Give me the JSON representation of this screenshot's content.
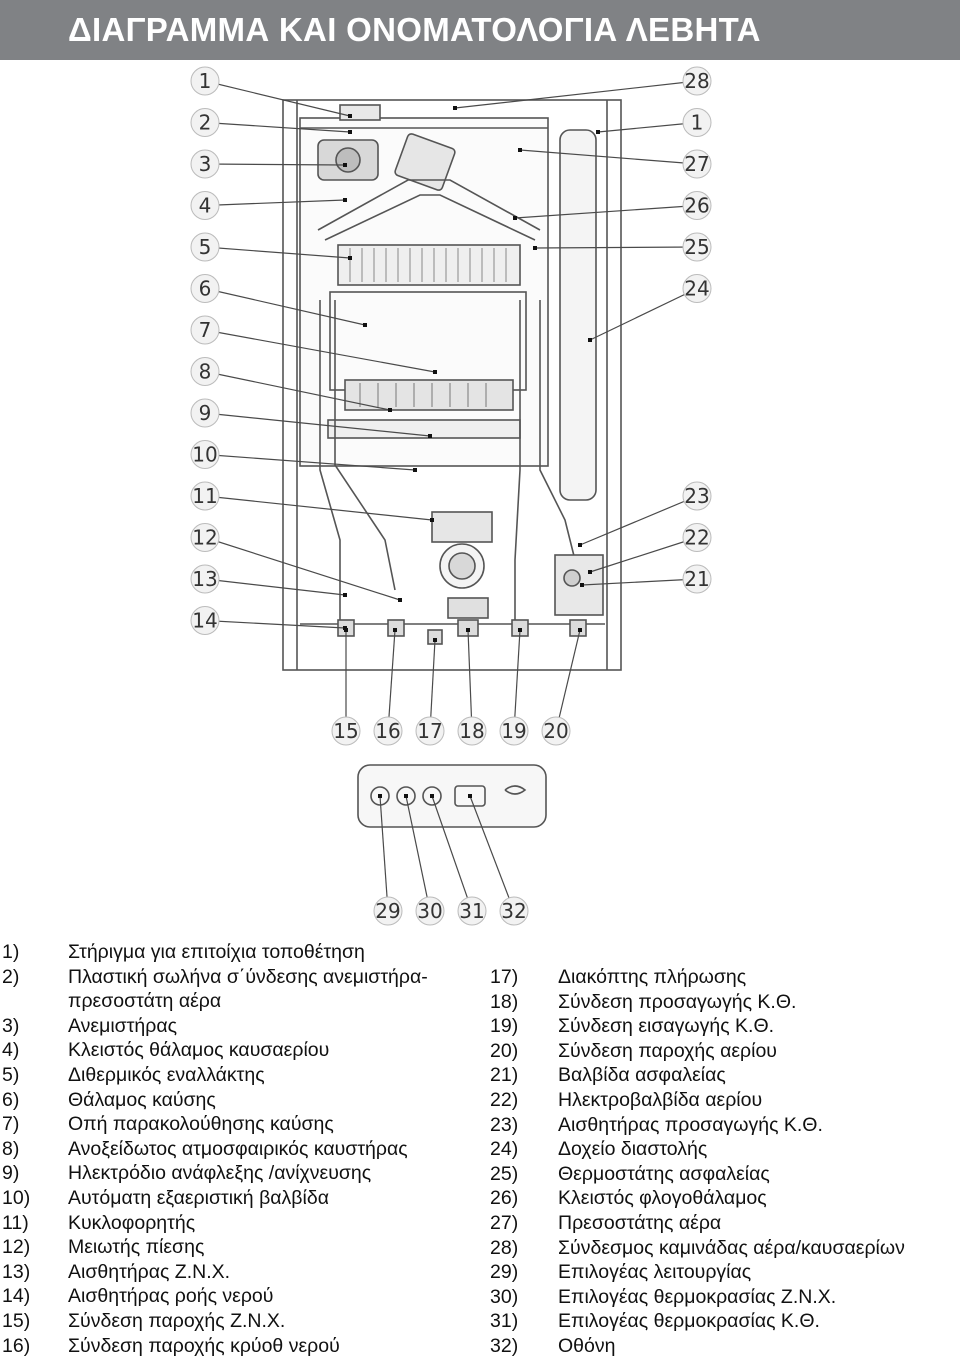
{
  "header": {
    "title": "ΔΙΑΓΡΑΜΜΑ ΚΑΙ ΟΝΟΜΑΤΟΛΟΓΙΑ ΛΕΒΗΤΑ"
  },
  "callouts": {
    "left": [
      "1",
      "2",
      "3",
      "4",
      "5",
      "6",
      "7",
      "8",
      "9",
      "10",
      "11",
      "12",
      "13",
      "14"
    ],
    "right": [
      "28",
      "1",
      "27",
      "26",
      "25",
      "24",
      "23",
      "22",
      "21"
    ],
    "bottom": [
      "15",
      "16",
      "17",
      "18",
      "19",
      "20"
    ],
    "panel": [
      "29",
      "30",
      "31",
      "32"
    ]
  },
  "legend_left": [
    {
      "num": "1)",
      "text": "Στήριγμα για επιτοίχια τοποθέτηση"
    },
    {
      "num": "2)",
      "text": "Πλαστική σωλήνα σ΄ύνδεσης ανεμιστήρα-"
    },
    {
      "num": "",
      "text": "πρεσοστάτη αέρα"
    },
    {
      "num": "3)",
      "text": "Ανεμιστήρας"
    },
    {
      "num": "4)",
      "text": "Κλειστός θάλαμος καυσαερίου"
    },
    {
      "num": "5)",
      "text": "Διθερμικός εναλλάκτης"
    },
    {
      "num": "6)",
      "text": "Θάλαμος καύσης"
    },
    {
      "num": "7)",
      "text": "Οπή παρακολούθησης καύσης"
    },
    {
      "num": "8)",
      "text": "Ανοξείδωτος ατμοσφαιρικός καυστήρας"
    },
    {
      "num": "9)",
      "text": "Ηλεκτρόδιο ανάφλεξης /ανίχνευσης"
    },
    {
      "num": "10)",
      "text": "Αυτόματη εξαεριστική βαλβίδα"
    },
    {
      "num": "11)",
      "text": "Κυκλοφορητής"
    },
    {
      "num": "12)",
      "text": "Μειωτής πίεσης"
    },
    {
      "num": "13)",
      "text": "Αισθητήρας Ζ.Ν.Χ."
    },
    {
      "num": "14)",
      "text": "Αισθητήρας ροής νερού"
    },
    {
      "num": "15)",
      "text": "Σύνδεση παροχής Ζ.Ν.Χ."
    },
    {
      "num": "16)",
      "text": "Σύνδεση παροχής κρύοθ νερού"
    }
  ],
  "legend_right": [
    {
      "num": "17)",
      "text": "Διακόπτης πλήρωσης"
    },
    {
      "num": "18)",
      "text": "Σύνδεση προσαγωγής Κ.Θ."
    },
    {
      "num": "19)",
      "text": "Σύνδεση εισαγωγής Κ.Θ."
    },
    {
      "num": "20)",
      "text": "Σύνδεση παροχής αερίου"
    },
    {
      "num": "21)",
      "text": "Βαλβίδα ασφαλείας"
    },
    {
      "num": "22)",
      "text": "Ηλεκτροβαλβίδα αερίου"
    },
    {
      "num": "23)",
      "text": "Αισθητήρας προσαγωγής Κ.Θ."
    },
    {
      "num": "24)",
      "text": "Δοχείο διαστολής"
    },
    {
      "num": "25)",
      "text": "Θερμοστάτης ασφαλείας"
    },
    {
      "num": "26)",
      "text": "Κλειστός φλογοθάλαμος"
    },
    {
      "num": "27)",
      "text": "Πρεσοστάτης αέρα"
    },
    {
      "num": "28)",
      "text": "Σύνδεσμος καμινάδας αέρα/καυσαερίων"
    },
    {
      "num": "29)",
      "text": "Επιλογέας λειτουργίας"
    },
    {
      "num": "30)",
      "text": "Επιλογέας θερμοκρασίας Ζ.Ν.Χ."
    },
    {
      "num": "31)",
      "text": "Επιλογέας θερμοκρασίας Κ.Θ."
    },
    {
      "num": "32)",
      "text": "Οθόνη"
    }
  ],
  "colors": {
    "header_bg": "#808285",
    "header_text": "#ffffff",
    "line": "#4a4a4a",
    "callout_fill": "#f2f2f2"
  }
}
